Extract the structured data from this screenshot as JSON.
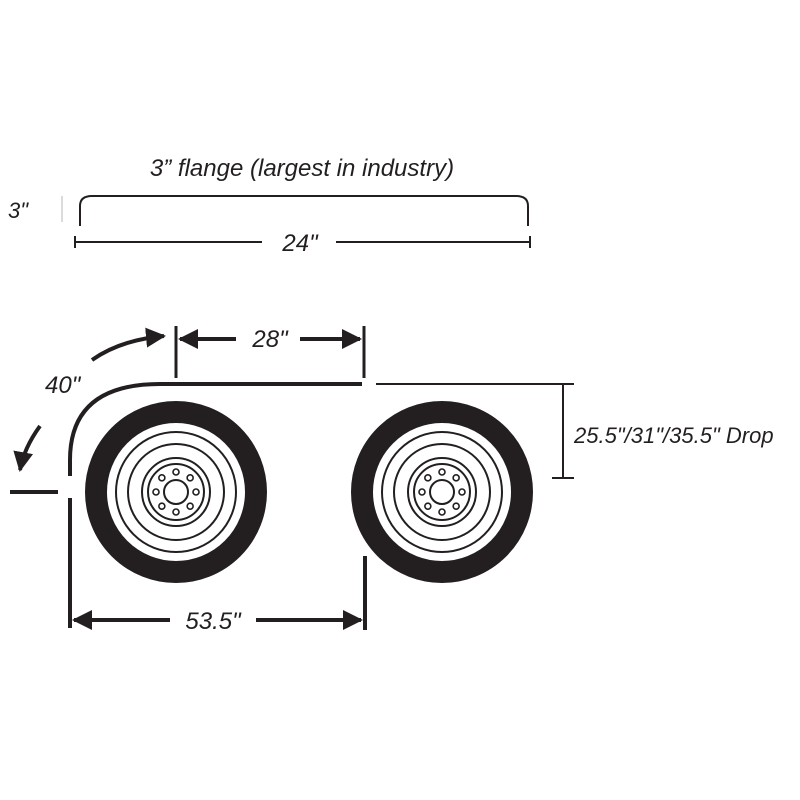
{
  "colors": {
    "ink": "#231f20",
    "background": "#ffffff"
  },
  "flange": {
    "title": "3” flange (largest in industry)",
    "height_label": "3\"",
    "width_label": "24\""
  },
  "fender": {
    "arc_label": "40\"",
    "top_length_label": "28\"",
    "overall_length_label": "53.5\"",
    "drop_label": "25.5\"/31\"/35.5\" Drop"
  },
  "wheels": {
    "count": 2,
    "lug_count": 8
  }
}
